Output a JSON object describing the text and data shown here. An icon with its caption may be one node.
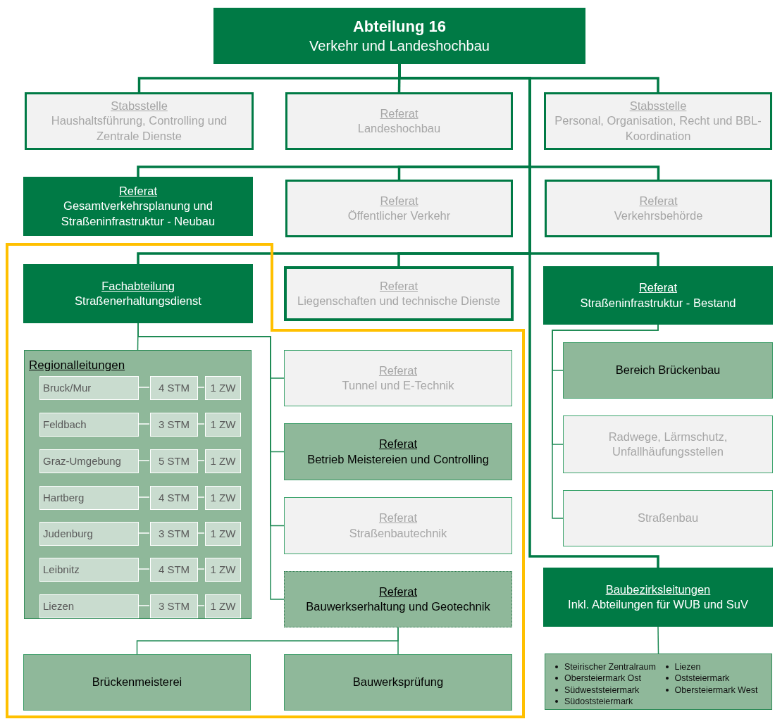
{
  "diagram": {
    "nodes": [
      {
        "text": [
          "Abteilung 16",
          "Verkehr und Landeshochbau"
        ]
      },
      {
        "text": [
          "Stabsstelle",
          "Haushaltsführung, Controlling und Zentrale Dienste"
        ]
      },
      {
        "text": [
          "Referat",
          "Landeshochbau"
        ]
      },
      {
        "text": [
          "Stabsstelle",
          "Personal, Organisation, Recht und BBL-Koordination"
        ]
      },
      {
        "text": [
          "Referat",
          "Gesamtverkehrsplanung und Straßeninfrastruktur - Neubau"
        ]
      },
      {
        "text": [
          "Referat",
          "Öffentlicher Verkehr"
        ]
      },
      {
        "text": [
          "Referat",
          "Verkehrsbehörde"
        ]
      },
      {
        "text": [
          "Fachabteilung",
          "Straßenerhaltungsdienst"
        ]
      },
      {
        "text": [
          "Referat",
          "Liegenschaften und technische Dienste"
        ]
      },
      {
        "text": [
          "Referat",
          "Straßeninfrastruktur - Bestand"
        ]
      },
      {
        "text": [
          "Regionalleitungen"
        ]
      },
      {
        "text": [
          "Bruck/Mur"
        ],
        "in": 10
      },
      {
        "text": [
          "4 STM"
        ],
        "in": 10
      },
      {
        "text": [
          "1 ZW"
        ],
        "in": 10
      },
      {
        "text": [
          "Feldbach"
        ],
        "in": 10
      },
      {
        "text": [
          "3 STM"
        ],
        "in": 10
      },
      {
        "text": [
          "1 ZW"
        ],
        "in": 10
      },
      {
        "text": [
          "Graz-Umgebung"
        ],
        "in": 10
      },
      {
        "text": [
          "5 STM"
        ],
        "in": 10
      },
      {
        "text": [
          "1 ZW"
        ],
        "in": 10
      },
      {
        "text": [
          "Hartberg"
        ],
        "in": 10
      },
      {
        "text": [
          "4 STM"
        ],
        "in": 10
      },
      {
        "text": [
          "1 ZW"
        ],
        "in": 10
      },
      {
        "text": [
          "Judenburg"
        ],
        "in": 10
      },
      {
        "text": [
          "3 STM"
        ],
        "in": 10
      },
      {
        "text": [
          "1 ZW"
        ],
        "in": 10
      },
      {
        "text": [
          "Leibnitz"
        ],
        "in": 10
      },
      {
        "text": [
          "4 STM"
        ],
        "in": 10
      },
      {
        "text": [
          "1 ZW"
        ],
        "in": 10
      },
      {
        "text": [
          "Liezen"
        ],
        "in": 10
      },
      {
        "text": [
          "3 STM"
        ],
        "in": 10
      },
      {
        "text": [
          "1 ZW"
        ],
        "in": 10
      },
      {
        "text": [
          "Referat",
          "Tunnel und E-Technik"
        ]
      },
      {
        "text": [
          "Referat",
          "Betrieb Meistereien und Controlling"
        ]
      },
      {
        "text": [
          "Referat",
          "Straßenbautechnik"
        ]
      },
      {
        "text": [
          "Referat",
          "Bauwerkserhaltung und Geotechnik"
        ]
      },
      {
        "text": [
          "Brückenmeisterei"
        ]
      },
      {
        "text": [
          "Bauwerksprüfung"
        ]
      },
      {
        "text": [
          "Bereich Brückenbau"
        ]
      },
      {
        "text": [
          "Radwege, Lärmschutz, Unfallhäufungsstellen"
        ]
      },
      {
        "text": [
          "Straßenbau"
        ]
      },
      {
        "text": [
          "Baubezirksleitungen",
          "Inkl. Abteilungen für WUB und SuV"
        ]
      },
      {
        "text": [
          "Steirischer Zentralraum",
          "Obersteiermark Ost",
          "Südweststeiermark",
          "Südoststeiermark",
          "Liezen",
          "Oststeiermark",
          "Obersteiermark West"
        ]
      }
    ],
    "edges": [
      {
        "from": 0,
        "to": 1,
        "arrow": "none",
        "style": "thick",
        "color": "#007a45"
      },
      {
        "from": 0,
        "to": 2,
        "arrow": "none",
        "style": "thick",
        "color": "#007a45"
      },
      {
        "from": 0,
        "to": 3,
        "arrow": "none",
        "style": "thick",
        "color": "#007a45"
      },
      {
        "from": 0,
        "to": 4,
        "arrow": "none",
        "style": "thick",
        "color": "#007a45"
      },
      {
        "from": 0,
        "to": 5,
        "arrow": "none",
        "style": "thick",
        "color": "#007a45"
      },
      {
        "from": 0,
        "to": 6,
        "arrow": "none",
        "style": "thick",
        "color": "#007a45"
      },
      {
        "from": 0,
        "to": 7,
        "arrow": "none",
        "style": "thick",
        "color": "#007a45"
      },
      {
        "from": 0,
        "to": 8,
        "arrow": "none",
        "style": "thick",
        "color": "#007a45"
      },
      {
        "from": 0,
        "to": 9,
        "arrow": "none",
        "style": "thick",
        "color": "#007a45"
      },
      {
        "from": 0,
        "to": 41,
        "arrow": "none",
        "style": "thick",
        "color": "#007a45"
      },
      {
        "from": 7,
        "to": 10,
        "arrow": "none",
        "color": "#1f8a55"
      },
      {
        "from": 7,
        "to": 32,
        "arrow": "none",
        "color": "#1f8a55"
      },
      {
        "from": 7,
        "to": 33,
        "arrow": "none",
        "color": "#1f8a55"
      },
      {
        "from": 7,
        "to": 34,
        "arrow": "none",
        "color": "#1f8a55"
      },
      {
        "from": 7,
        "to": 35,
        "arrow": "none",
        "color": "#1f8a55"
      },
      {
        "from": 35,
        "to": 36,
        "arrow": "none",
        "color": "#1f8a55"
      },
      {
        "from": 35,
        "to": 37,
        "arrow": "none",
        "color": "#1f8a55"
      },
      {
        "from": 9,
        "to": 38,
        "arrow": "none",
        "color": "#1f8a55"
      },
      {
        "from": 9,
        "to": 39,
        "arrow": "none",
        "color": "#1f8a55"
      },
      {
        "from": 9,
        "to": 40,
        "arrow": "none",
        "color": "#1f8a55"
      },
      {
        "from": 41,
        "to": 42,
        "arrow": "none",
        "color": "#1f8a55"
      },
      {
        "from": 11,
        "to": 12,
        "arrow": "none"
      },
      {
        "from": 12,
        "to": 13,
        "arrow": "none"
      },
      {
        "from": 14,
        "to": 15,
        "arrow": "none"
      },
      {
        "from": 15,
        "to": 16,
        "arrow": "none"
      },
      {
        "from": 17,
        "to": 18,
        "arrow": "none"
      },
      {
        "from": 18,
        "to": 19,
        "arrow": "none"
      },
      {
        "from": 20,
        "to": 21,
        "arrow": "none"
      },
      {
        "from": 21,
        "to": 22,
        "arrow": "none"
      },
      {
        "from": 23,
        "to": 24,
        "arrow": "none"
      },
      {
        "from": 24,
        "to": 25,
        "arrow": "none"
      },
      {
        "from": 26,
        "to": 27,
        "arrow": "none"
      },
      {
        "from": 27,
        "to": 28,
        "arrow": "none"
      },
      {
        "from": 29,
        "to": 30,
        "arrow": "none"
      },
      {
        "from": 30,
        "to": 31,
        "arrow": "none"
      }
    ]
  }
}
